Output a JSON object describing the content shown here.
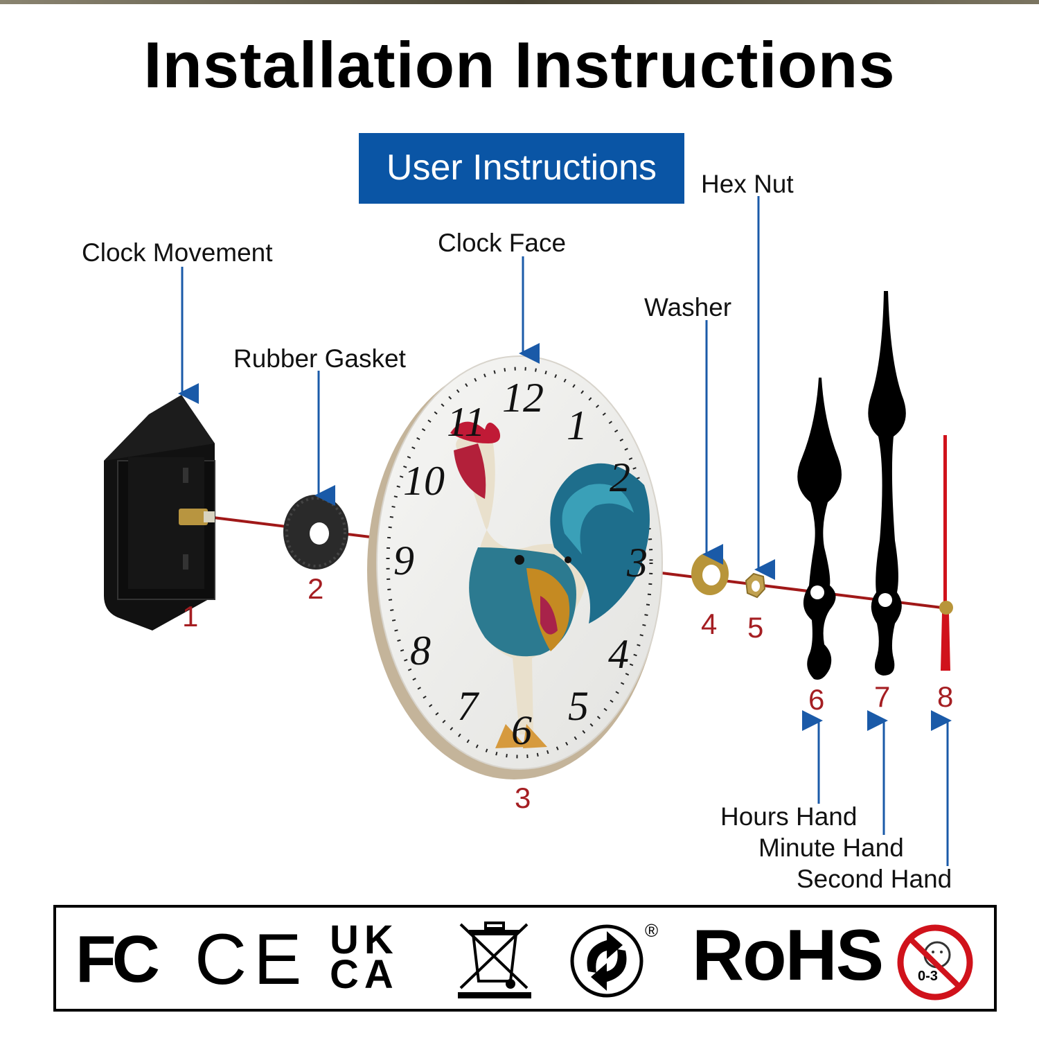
{
  "title": "Installation Instructions",
  "subtitle": "User Instructions",
  "labels": {
    "clock_movement": "Clock Movement",
    "rubber_gasket": "Rubber Gasket",
    "clock_face": "Clock Face",
    "washer": "Washer",
    "hex_nut": "Hex Nut",
    "hours_hand": "Hours Hand",
    "minute_hand": "Minute Hand",
    "second_hand": "Second Hand"
  },
  "part_numbers": [
    "1",
    "2",
    "3",
    "4",
    "5",
    "6",
    "7",
    "8"
  ],
  "clock_numerals": [
    "12",
    "1",
    "2",
    "3",
    "4",
    "5",
    "6",
    "7",
    "8",
    "9",
    "10",
    "11"
  ],
  "certifications": {
    "fc": "FC",
    "ce": "CE",
    "ukca_top": "UK",
    "ukca_bottom": "CA",
    "registered": "®",
    "rohs": "RoHS",
    "age_warning": "0-3"
  },
  "colors": {
    "banner_blue": "#0a55a5",
    "arrow_blue": "#1a5aa8",
    "number_red": "#a51e22",
    "axis_red": "#a01818",
    "second_hand_red": "#d0121b"
  },
  "icons": [
    "fcc-icon",
    "ce-mark-icon",
    "ukca-mark-icon",
    "weee-bin-icon",
    "green-dot-icon",
    "rohs-icon",
    "no-children-icon"
  ]
}
